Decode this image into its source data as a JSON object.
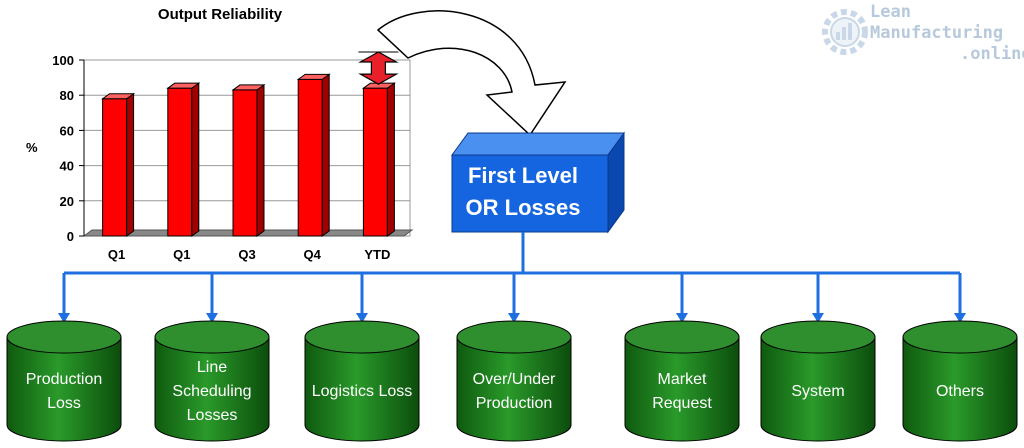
{
  "chart_data": {
    "type": "bar",
    "title": "Output Reliability",
    "ylabel": "%",
    "xlabel": "",
    "categories": [
      "Q1",
      "Q1",
      "Q3",
      "Q4",
      "YTD"
    ],
    "values": [
      78,
      84,
      83,
      89,
      84
    ],
    "ylim": [
      0,
      100
    ],
    "yticks": [
      0,
      20,
      40,
      60,
      80,
      100
    ],
    "grid": true,
    "bar_color": "#ff0000",
    "annotation": "gap-to-target double arrow above YTD bar"
  },
  "diagram": {
    "center_box": {
      "line1": "First Level",
      "line2": "OR Losses",
      "color": "#1565e0"
    },
    "connector_color": "#1f6fe0",
    "categories": [
      {
        "lines": [
          "Production",
          "Loss"
        ]
      },
      {
        "lines": [
          "Line",
          "Scheduling",
          "Losses"
        ]
      },
      {
        "lines": [
          "Logistics Loss"
        ]
      },
      {
        "lines": [
          "Over/Under",
          "Production"
        ]
      },
      {
        "lines": [
          "Market",
          "Request"
        ]
      },
      {
        "lines": [
          "System"
        ]
      },
      {
        "lines": [
          "Others"
        ]
      }
    ],
    "cylinder_color": "#1f7a1f"
  },
  "logo": {
    "line1": "Lean",
    "line2": "Manufacturing",
    "line3": ".online",
    "icon": "gear-chart-icon"
  }
}
